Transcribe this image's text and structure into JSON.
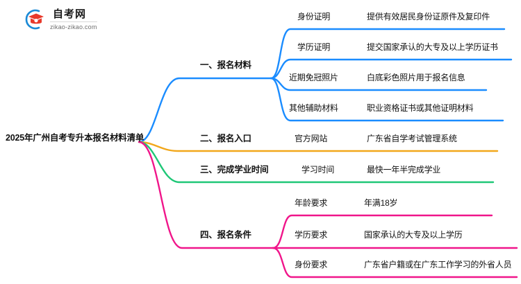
{
  "header": {
    "logo_icon": "graduation-cap-logo-icon",
    "site_name": "自考网",
    "site_url": "zikao-zikao.com"
  },
  "mindmap": {
    "root": "2025年广州自考专升本报名材料清单",
    "colors": {
      "branch1": "#1a8cff",
      "branch2": "#f2a71b",
      "branch3": "#1fc777",
      "branch4": "#f0158a"
    },
    "branches": [
      {
        "label": "一、报名材料",
        "color": "#1a8cff",
        "children": [
          {
            "label": "身份证明",
            "detail": "提供有效居民身份证原件及复印件"
          },
          {
            "label": "学历证明",
            "detail": "提交国家承认的大专及以上学历证书"
          },
          {
            "label": "近期免冠照片",
            "detail": "白底彩色照片用于报名信息"
          },
          {
            "label": "其他辅助材料",
            "detail": "职业资格证书或其他证明材料"
          }
        ]
      },
      {
        "label": "二、报名入口",
        "color": "#f2a71b",
        "children": [
          {
            "label": "官方网站",
            "detail": "广东省自学考试管理系统"
          }
        ]
      },
      {
        "label": "三、完成学业时间",
        "color": "#1fc777",
        "children": [
          {
            "label": "学习时间",
            "detail": "最快一年半完成学业"
          }
        ]
      },
      {
        "label": "四、报名条件",
        "color": "#f0158a",
        "children": [
          {
            "label": "年龄要求",
            "detail": "年满18岁"
          },
          {
            "label": "学历要求",
            "detail": "国家承认的大专及以上学历"
          },
          {
            "label": "身份要求",
            "detail": "广东省户籍或在广东工作学习的外省人员"
          }
        ]
      }
    ]
  }
}
